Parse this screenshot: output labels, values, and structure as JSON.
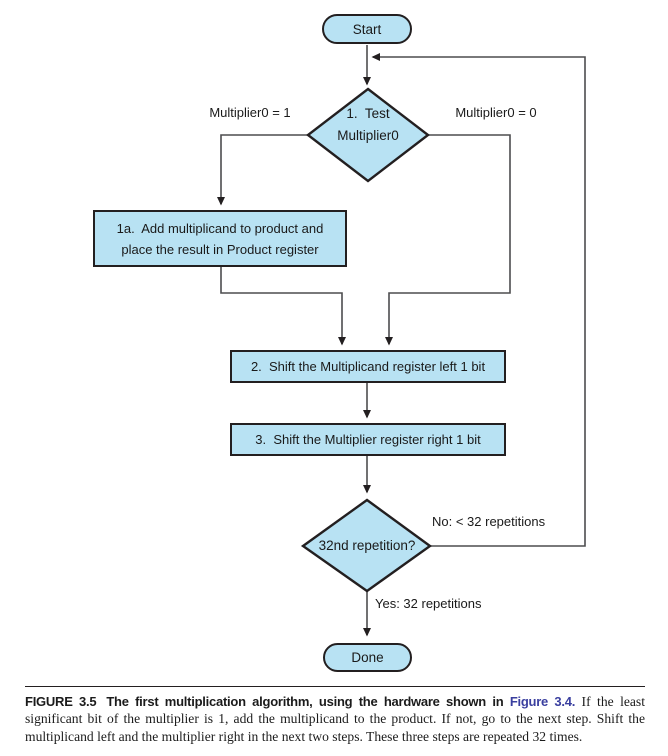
{
  "colors": {
    "node_fill": "#b8e2f3",
    "node_border": "#231f20",
    "connector_gray": "#4d4d4f",
    "link_blue": "#3a3f9f"
  },
  "flowchart": {
    "start_label": "Start",
    "decision1_label": "1.  Test\nMultiplier0",
    "branch_left_label": "Multiplier0 = 1",
    "branch_right_label": "Multiplier0 = 0",
    "box1a_label": "1a.  Add multiplicand to product and\nplace the result in Product register",
    "box2_label": "2.  Shift the Multiplicand register left 1 bit",
    "box3_label": "3.  Shift the Multiplier register right 1 bit",
    "decision2_label": "32nd repetition?",
    "no_label": "No: < 32 repetitions",
    "yes_label": "Yes: 32 repetitions",
    "done_label": "Done"
  },
  "caption": {
    "figure_label": "FIGURE 3.5",
    "bold_text": "The first multiplication algorithm, using the hardware shown in ",
    "link_text": "Figure 3.4.",
    "body_text": " If the least significant bit of the multiplier is 1, add the multiplicand to the product. If not, go to the next step. Shift the multiplicand left and the multiplier right in the next two steps. These three steps are repeated 32 times."
  }
}
